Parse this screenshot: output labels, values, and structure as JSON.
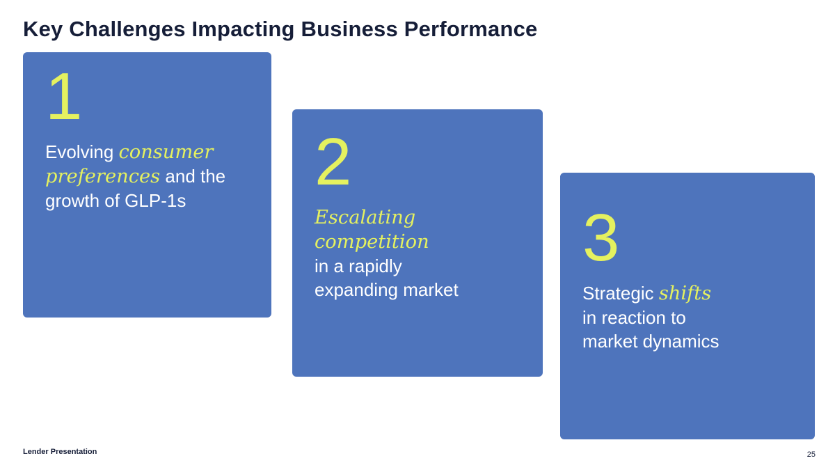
{
  "slide": {
    "title": "Key Challenges Impacting Business Performance",
    "footer": "Lender Presentation",
    "page_number": "25"
  },
  "colors": {
    "card_bg": "#4E74BC",
    "accent": "#E5F15F",
    "title_color": "#161E38",
    "body_text": "#FFFFFF"
  },
  "cards": [
    {
      "number": "1",
      "lines": [
        [
          {
            "t": "Evolving ",
            "accent": false
          },
          {
            "t": "consumer",
            "accent": true
          }
        ],
        [
          {
            "t": "preferences",
            "accent": true
          },
          {
            "t": " and the",
            "accent": false
          }
        ],
        [
          {
            "t": "growth of GLP-1s",
            "accent": false
          }
        ]
      ]
    },
    {
      "number": "2",
      "lines": [
        [
          {
            "t": "Escalating competition",
            "accent": true
          }
        ],
        [
          {
            "t": "in a rapidly",
            "accent": false
          }
        ],
        [
          {
            "t": "expanding market",
            "accent": false
          }
        ]
      ]
    },
    {
      "number": "3",
      "lines": [
        [
          {
            "t": "Strategic ",
            "accent": false
          },
          {
            "t": "shifts",
            "accent": true
          }
        ],
        [
          {
            "t": "in reaction to",
            "accent": false
          }
        ],
        [
          {
            "t": "market dynamics",
            "accent": false
          }
        ]
      ]
    }
  ]
}
